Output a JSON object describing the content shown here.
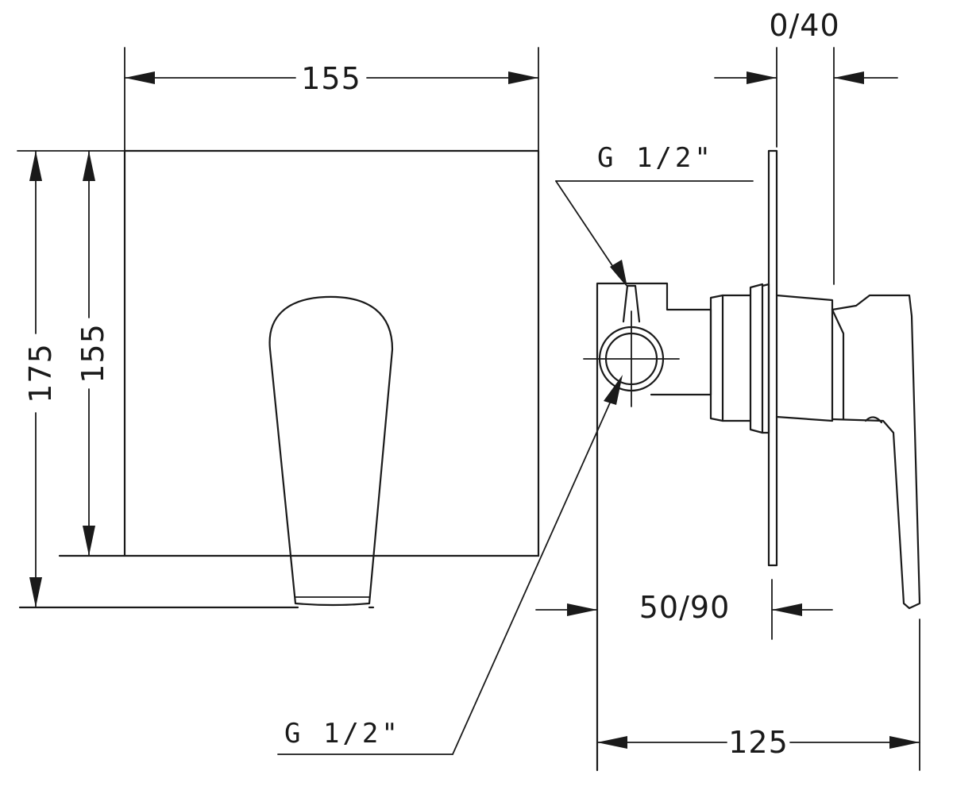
{
  "dimensions": {
    "front_width": "155",
    "front_height_total": "175",
    "front_height_plate": "155",
    "wall_adjust": "0/40",
    "body_depth": "50/90",
    "total_depth": "125"
  },
  "connections": {
    "top": "G 1/2\"",
    "bottom": "G 1/2\""
  }
}
